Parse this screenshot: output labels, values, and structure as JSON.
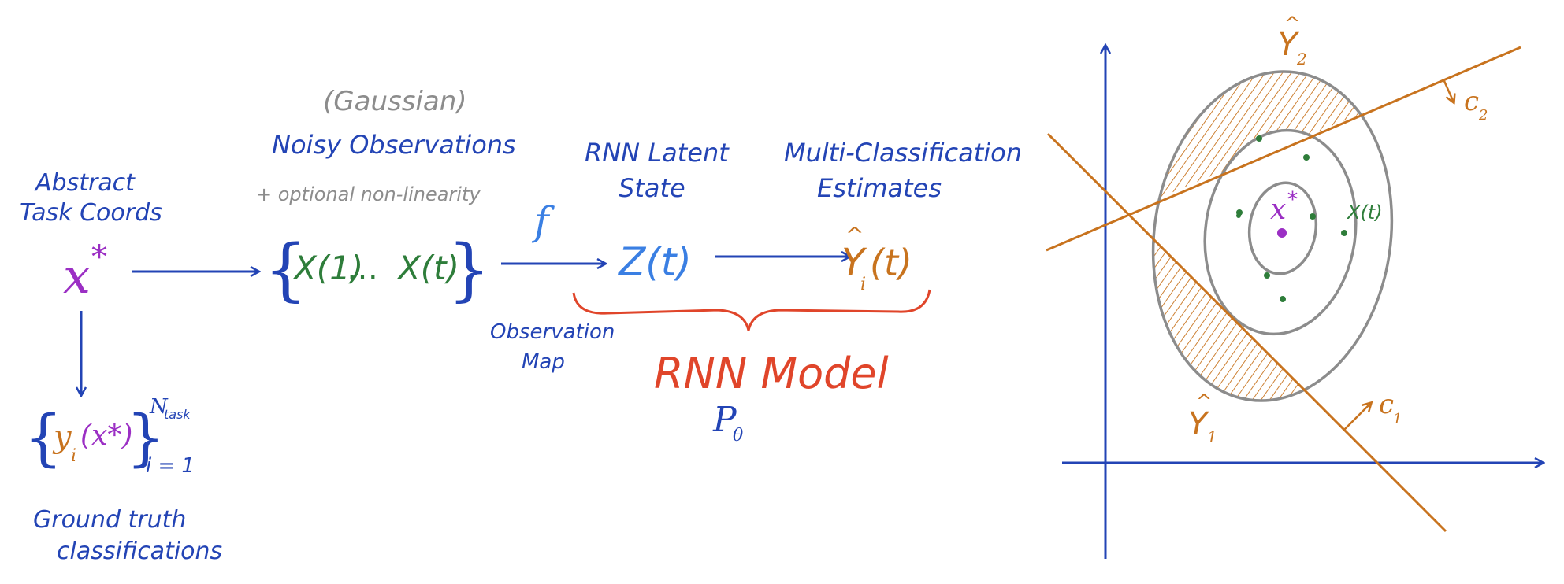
{
  "colors": {
    "blue": "#2344b5",
    "gray": "#8c8c8c",
    "green": "#2e7d3a",
    "purple": "#9b2fc4",
    "orange": "#c8731e",
    "red": "#e0452a",
    "lightblue": "#3a7fe3"
  },
  "left": {
    "abstract_label_1": "Abstract",
    "abstract_label_2": "Task Coords",
    "x_star": "x",
    "star": "*",
    "ground_truth_label_1": "Ground truth",
    "ground_truth_label_2": "classifications",
    "y_i": "y",
    "i_sub": "i",
    "x_star_arg": "(x*)",
    "n_task_sup": "N",
    "n_task_sub": "task",
    "range": "i = 1",
    "gaussian": "(Gaussian)",
    "noisy_obs": "Noisy Observations",
    "optional": "+ optional non-linearity",
    "x1": "X(1)",
    "dots": "…",
    "xt": "X(t)",
    "f": "f",
    "obs_map_1": "Observation",
    "obs_map_2": "Map",
    "rnn_latent_1": "RNN Latent",
    "rnn_latent_2": "State",
    "z_t": "Z(t)",
    "multi_1": "Multi-Classification",
    "multi_2": "Estimates",
    "y_hat": "Y",
    "y_hat_sub": "i",
    "y_hat_arg": "(t)",
    "rnn_model": "RNN Model",
    "p_theta": "P",
    "theta": "θ"
  },
  "right": {
    "y1": "Y",
    "y1_sub": "1",
    "y2": "Y",
    "y2_sub": "2",
    "c1": "c",
    "c1_sub": "1",
    "c2": "c",
    "c2_sub": "2",
    "x_star": "x",
    "star": "*",
    "xt": "X(t)"
  }
}
